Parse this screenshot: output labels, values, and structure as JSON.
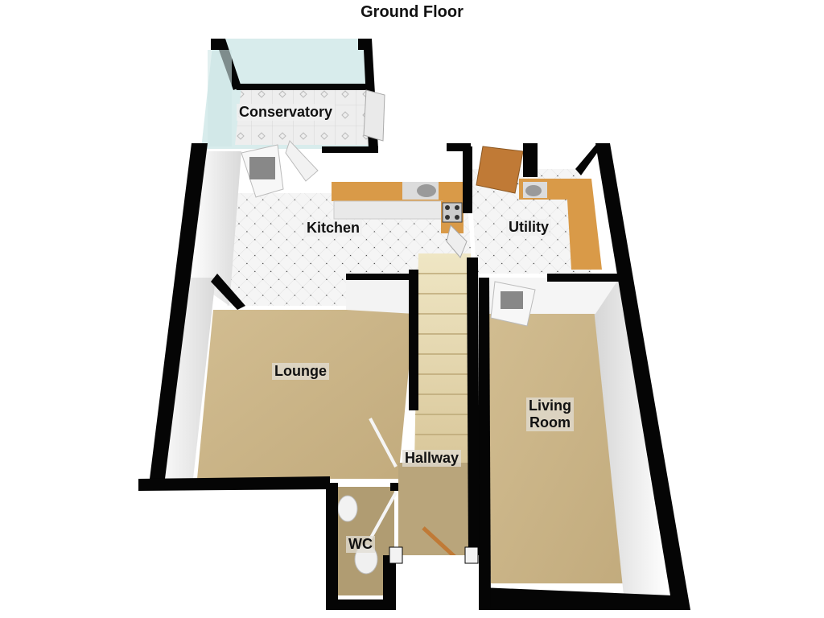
{
  "title": "Ground Floor",
  "colors": {
    "wall": "#050505",
    "wall_face": "#f2f2f2",
    "carpet": "#c9b48a",
    "tile": "#f4f4f4",
    "worktop": "#d89a48",
    "glass": "#cfe6e6",
    "door_wood": "#c07a36"
  },
  "rooms": [
    {
      "id": "conservatory",
      "label": "Conservatory",
      "floor": "tile"
    },
    {
      "id": "kitchen",
      "label": "Kitchen",
      "floor": "tile"
    },
    {
      "id": "utility",
      "label": "Utility",
      "floor": "tile"
    },
    {
      "id": "lounge",
      "label": "Lounge",
      "floor": "carpet"
    },
    {
      "id": "hallway",
      "label": "Hallway",
      "floor": "carpet"
    },
    {
      "id": "living_room",
      "label": "Living\nRoom",
      "floor": "carpet"
    },
    {
      "id": "wc",
      "label": "WC",
      "floor": "carpet"
    }
  ],
  "fixtures": [
    "kitchen-sink",
    "hob",
    "utility-sink",
    "wc-basin",
    "toilet",
    "staircase",
    "front-door",
    "back-door"
  ]
}
